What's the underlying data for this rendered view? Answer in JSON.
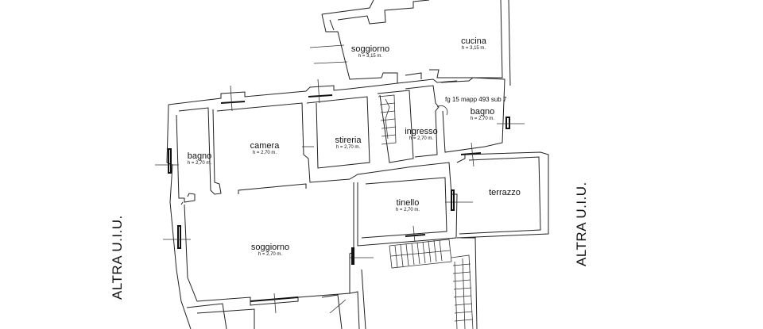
{
  "plan": {
    "type": "floor-plan",
    "line_color": "#222222",
    "background": "#ffffff",
    "cadastral_reference": "fg 15   mapp 493 sub 7",
    "side_labels": {
      "left": "ALTRA U.I.U.",
      "right": "ALTRA U.I.U."
    },
    "rooms": [
      {
        "id": "soggiorno-upper",
        "name": "soggiorno",
        "height": "h = 3,15 m."
      },
      {
        "id": "cucina",
        "name": "cucina",
        "height": "h = 3,15 m."
      },
      {
        "id": "bagno-right",
        "name": "bagno",
        "height": "h = 2,70 m."
      },
      {
        "id": "ingresso",
        "name": "ingresso",
        "height": "h = 2,70 m."
      },
      {
        "id": "stireria",
        "name": "stireria",
        "height": "h = 2,70 m."
      },
      {
        "id": "camera",
        "name": "camera",
        "height": "h = 2,70 m."
      },
      {
        "id": "bagno-left",
        "name": "bagno",
        "height": "h = 2,70 m."
      },
      {
        "id": "tinello",
        "name": "tinello",
        "height": "h = 2,70 m."
      },
      {
        "id": "terrazzo",
        "name": "terrazzo",
        "height": ""
      },
      {
        "id": "soggiorno-lower",
        "name": "soggiorno",
        "height": "h = 2,70 m."
      }
    ]
  }
}
